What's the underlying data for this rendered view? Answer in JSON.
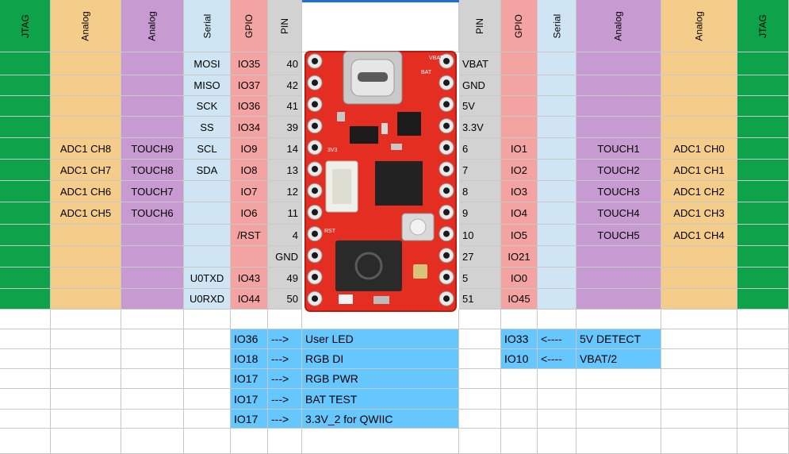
{
  "colors": {
    "jtag": "#0ea34a",
    "analog_tan": "#f4cd8a",
    "analog_purple": "#c79bd1",
    "serial": "#cfe5f3",
    "gpio": "#f4a3a3",
    "pin": "#d2d2d2",
    "info": "#66c7ff",
    "board_red": "#e42e22"
  },
  "left_headers": [
    "JTAG",
    "Analog",
    "Analog",
    "Serial",
    "GPIO",
    "PIN"
  ],
  "right_headers": [
    "PIN",
    "GPIO",
    "Serial",
    "Analog",
    "Analog",
    "JTAG"
  ],
  "left_rows": [
    {
      "adc": "",
      "touch": "",
      "serial": "MOSI",
      "gpio": "IO35",
      "pin": "40"
    },
    {
      "adc": "",
      "touch": "",
      "serial": "MISO",
      "gpio": "IO37",
      "pin": "42"
    },
    {
      "adc": "",
      "touch": "",
      "serial": "SCK",
      "gpio": "IO36",
      "pin": "41"
    },
    {
      "adc": "",
      "touch": "",
      "serial": "SS",
      "gpio": "IO34",
      "pin": "39"
    },
    {
      "adc": "ADC1 CH8",
      "touch": "TOUCH9",
      "serial": "SCL",
      "gpio": "IO9",
      "pin": "14"
    },
    {
      "adc": "ADC1 CH7",
      "touch": "TOUCH8",
      "serial": "SDA",
      "gpio": "IO8",
      "pin": "13"
    },
    {
      "adc": "ADC1 CH6",
      "touch": "TOUCH7",
      "serial": "",
      "gpio": "IO7",
      "pin": "12"
    },
    {
      "adc": "ADC1 CH5",
      "touch": "TOUCH6",
      "serial": "",
      "gpio": "IO6",
      "pin": "11"
    },
    {
      "adc": "",
      "touch": "",
      "serial": "",
      "gpio": "/RST",
      "pin": "4"
    },
    {
      "adc": "",
      "touch": "",
      "serial": "",
      "gpio": "",
      "pin": "GND"
    },
    {
      "adc": "",
      "touch": "",
      "serial": "U0TXD",
      "gpio": "IO43",
      "pin": "49"
    },
    {
      "adc": "",
      "touch": "",
      "serial": "U0RXD",
      "gpio": "IO44",
      "pin": "50"
    }
  ],
  "right_rows": [
    {
      "pin": "VBAT",
      "gpio": "",
      "serial": "",
      "touch": "",
      "adc": ""
    },
    {
      "pin": "GND",
      "gpio": "",
      "serial": "",
      "touch": "",
      "adc": ""
    },
    {
      "pin": "5V",
      "gpio": "",
      "serial": "",
      "touch": "",
      "adc": ""
    },
    {
      "pin": "3.3V",
      "gpio": "",
      "serial": "",
      "touch": "",
      "adc": ""
    },
    {
      "pin": "6",
      "gpio": "IO1",
      "serial": "",
      "touch": "TOUCH1",
      "adc": "ADC1 CH0"
    },
    {
      "pin": "7",
      "gpio": "IO2",
      "serial": "",
      "touch": "TOUCH2",
      "adc": "ADC1 CH1"
    },
    {
      "pin": "8",
      "gpio": "IO3",
      "serial": "",
      "touch": "TOUCH3",
      "adc": "ADC1 CH2"
    },
    {
      "pin": "9",
      "gpio": "IO4",
      "serial": "",
      "touch": "TOUCH4",
      "adc": "ADC1 CH3"
    },
    {
      "pin": "10",
      "gpio": "IO5",
      "serial": "",
      "touch": "TOUCH5",
      "adc": "ADC1 CH4"
    },
    {
      "pin": "27",
      "gpio": "IO21",
      "serial": "",
      "touch": "",
      "adc": ""
    },
    {
      "pin": "5",
      "gpio": "IO0",
      "serial": "",
      "touch": "",
      "adc": ""
    },
    {
      "pin": "51",
      "gpio": "IO45",
      "serial": "",
      "touch": "",
      "adc": ""
    }
  ],
  "notes_left": [
    {
      "io": "IO36",
      "arrow": "--->",
      "label": "User LED"
    },
    {
      "io": "IO18",
      "arrow": "--->",
      "label": "RGB DI"
    },
    {
      "io": "IO17",
      "arrow": "--->",
      "label": "RGB PWR"
    },
    {
      "io": "IO17",
      "arrow": "--->",
      "label": "BAT TEST"
    },
    {
      "io": "IO17",
      "arrow": "--->",
      "label": "3.3V_2 for QWIIC"
    }
  ],
  "notes_right": [
    {
      "io": "IO33",
      "arrow": "<----",
      "label": "5V DETECT"
    },
    {
      "io": "IO10",
      "arrow": "<----",
      "label": "VBAT/2"
    }
  ],
  "board": {
    "silk": [
      "VBAT",
      "3V3",
      "RST",
      "BAT"
    ]
  }
}
